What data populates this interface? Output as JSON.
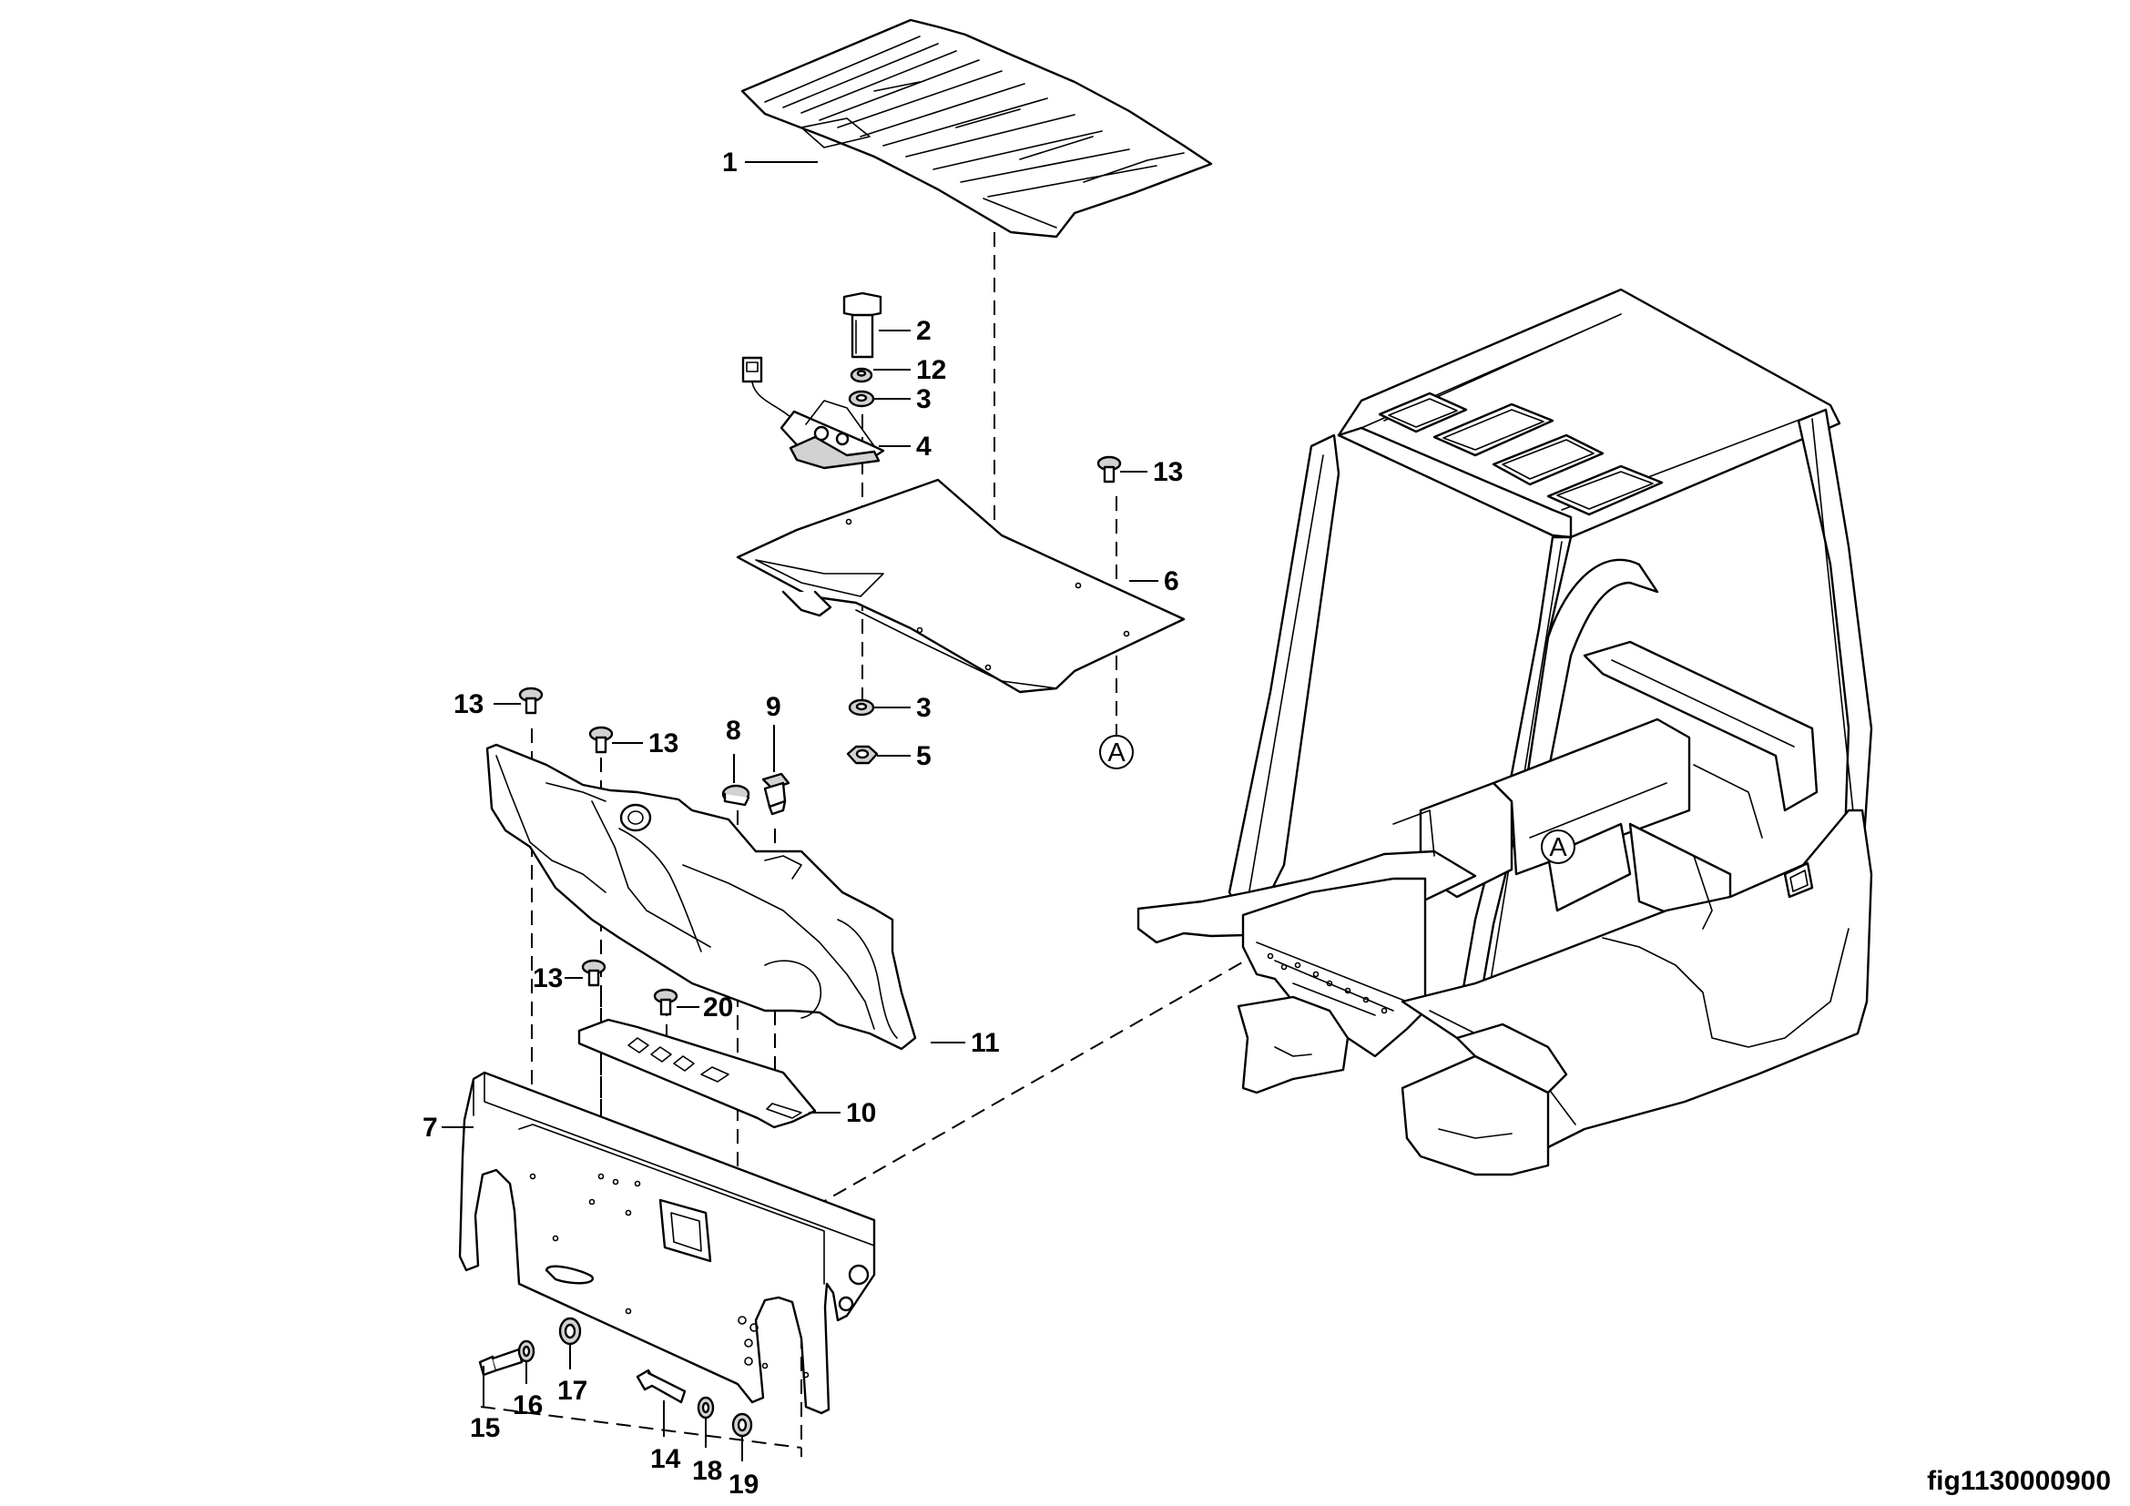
{
  "figure_id": "fig1130000900",
  "callouts": {
    "c1": "1",
    "c2": "2",
    "c3a": "3",
    "c3b": "3",
    "c4": "4",
    "c5": "5",
    "c6": "6",
    "c7": "7",
    "c8": "8",
    "c9": "9",
    "c10": "10",
    "c11": "11",
    "c12": "12",
    "c13a": "13",
    "c13b": "13",
    "c13c": "13",
    "c13d": "13",
    "c14": "14",
    "c15": "15",
    "c16": "16",
    "c17": "17",
    "c18": "18",
    "c19": "19",
    "c20": "20"
  },
  "references": {
    "a1": "A",
    "a2": "A"
  }
}
